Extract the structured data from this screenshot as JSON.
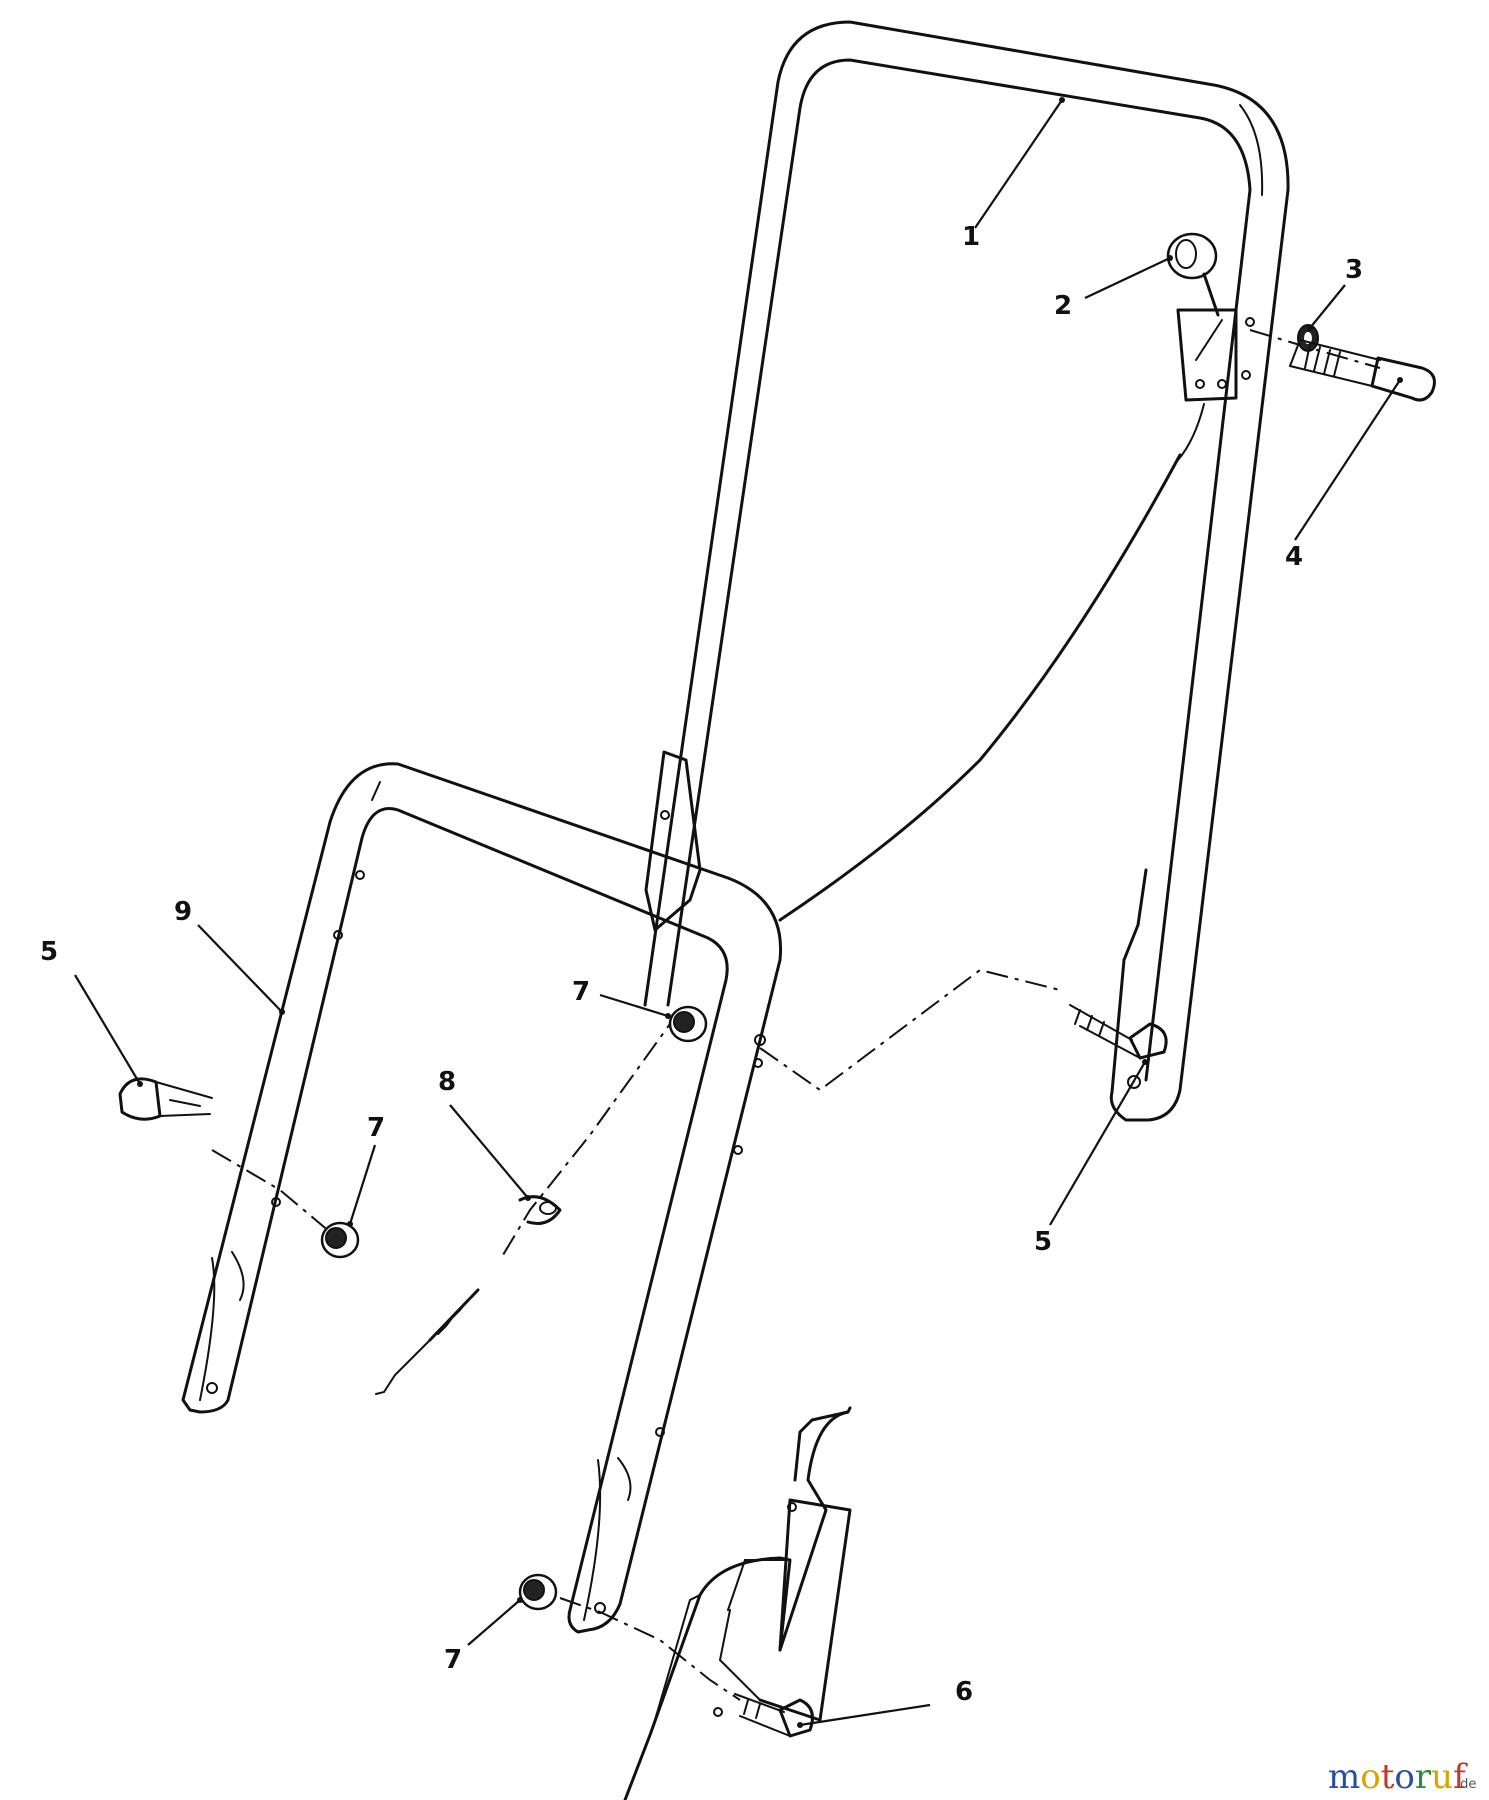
{
  "callouts": {
    "c1": "1",
    "c2": "2",
    "c3": "3",
    "c4": "4",
    "c5a": "5",
    "c5b": "5",
    "c6": "6",
    "c7a": "7",
    "c7b": "7",
    "c7c": "7",
    "c8": "8",
    "c9": "9"
  },
  "watermark": {
    "m": "m",
    "o1": "o",
    "t": "t",
    "o2": "o",
    "r": "r",
    "u": "u",
    "f": "f",
    "tld": ".de",
    "colors": {
      "m": "#2a4fa0",
      "o1": "#d8a400",
      "t": "#c0392b",
      "o2": "#2a4fa0",
      "r": "#27894a",
      "u": "#d8a400",
      "f": "#c0392b"
    }
  }
}
